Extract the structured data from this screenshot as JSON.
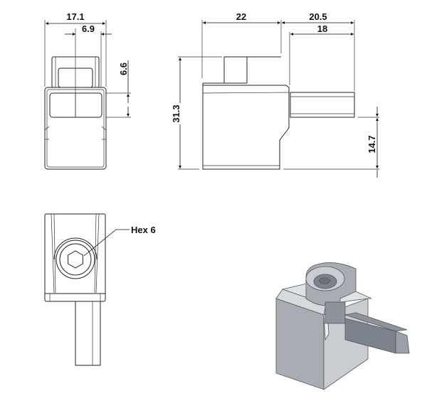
{
  "drawing": {
    "front_view": {
      "width_dim": "17.1",
      "offset_dim": "6.9",
      "window_height_dim": "6.6"
    },
    "side_view": {
      "body_depth_dim": "22",
      "shaft_total_dim": "20.5",
      "shaft_length_dim": "18",
      "height_dim": "31.3",
      "shaft_height_dim": "14.7"
    },
    "top_view": {
      "callout": "Hex 6"
    }
  },
  "colors": {
    "line": "#222222",
    "shade_light": "#c9ccd1",
    "shade_mid": "#a8adb4",
    "shade_dark": "#7d838c"
  }
}
